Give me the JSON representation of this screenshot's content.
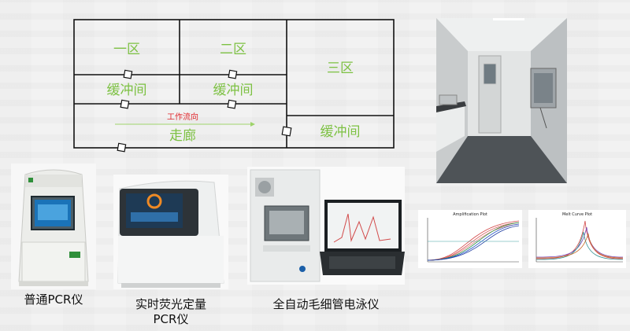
{
  "floorplan": {
    "zone1": "一区",
    "zone2": "二区",
    "zone3": "三区",
    "buffer": "缓冲间",
    "corridor": "走廊",
    "flow": "工作流向"
  },
  "instruments": [
    {
      "caption": "普通PCR仪"
    },
    {
      "caption_line1": "实时荧光定量",
      "caption_line2": "PCR仪"
    },
    {
      "caption": "全自动毛细管电泳仪"
    }
  ],
  "charts": {
    "amplification_title": "Amplification Plot",
    "melt_title": "Melt Curve Plot"
  },
  "colors": {
    "zone_text": "#7dc143",
    "flow_text": "#e0282d"
  }
}
